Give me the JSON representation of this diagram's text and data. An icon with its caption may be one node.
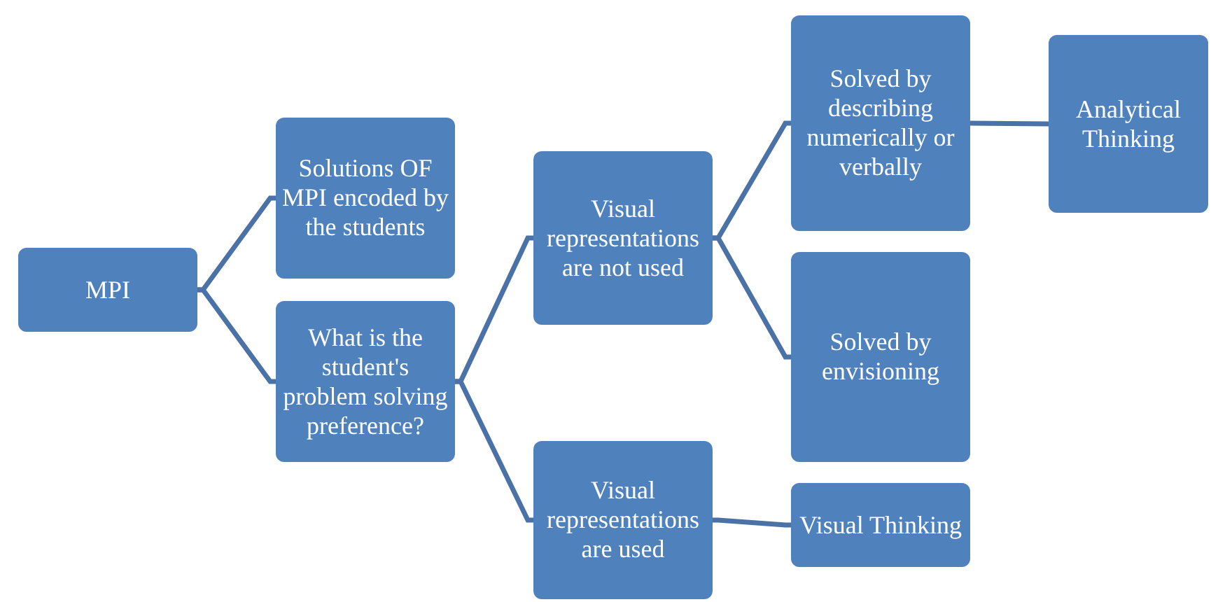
{
  "diagram": {
    "nodes": [
      {
        "text": [
          "MPI"
        ]
      },
      {
        "text": [
          "Solutions OF MPI encoded by the students"
        ]
      },
      {
        "text": [
          "What is the student's problem solving preference?"
        ]
      },
      {
        "text": [
          "Visual representations are not used"
        ]
      },
      {
        "text": [
          "Visual representations are used"
        ]
      },
      {
        "text": [
          "Solved by describing numerically or verbally"
        ]
      },
      {
        "text": [
          "Solved by envisioning"
        ]
      },
      {
        "text": [
          "Analytical Thinking"
        ]
      },
      {
        "text": [
          "Visual Thinking"
        ]
      }
    ],
    "edges": [
      {
        "from": 0,
        "to": 1,
        "arrow": "none"
      },
      {
        "from": 0,
        "to": 2,
        "arrow": "none"
      },
      {
        "from": 2,
        "to": 3,
        "arrow": "none"
      },
      {
        "from": 2,
        "to": 4,
        "arrow": "none"
      },
      {
        "from": 3,
        "to": 5,
        "arrow": "none"
      },
      {
        "from": 3,
        "to": 6,
        "arrow": "none"
      },
      {
        "from": 5,
        "to": 7,
        "arrow": "none"
      },
      {
        "from": 4,
        "to": 8,
        "arrow": "none"
      }
    ]
  }
}
